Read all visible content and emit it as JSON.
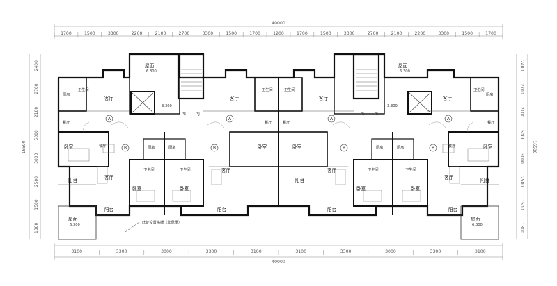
{
  "dims": {
    "top_total": "40000",
    "top": [
      "1700",
      "1500",
      "3300",
      "2200",
      "2100",
      "2700",
      "3300",
      "1500",
      "1700",
      "1200",
      "1700",
      "1500",
      "3300",
      "2700",
      "2100",
      "2200",
      "3300",
      "1500",
      "1700"
    ],
    "bottom_total": "40000",
    "bottom": [
      "3100",
      "3300",
      "3000",
      "3300",
      "3100",
      "3100",
      "3300",
      "3000",
      "3300",
      "3100"
    ],
    "left": [
      "2400",
      "2700",
      "2100",
      "5000",
      "3000",
      "2500",
      "1500",
      "1800"
    ],
    "left_total": "16500",
    "right": [
      "2400",
      "2700",
      "2100",
      "5000",
      "3000",
      "2500",
      "1500",
      "1800"
    ],
    "right_total": "16500"
  },
  "rooms": {
    "roof": "屋面",
    "roof_elev": "6.300",
    "bath": "卫生间",
    "living": "客厅",
    "dining": "餐厅",
    "bedroom": "卧室",
    "kitchen": "厨房",
    "balcony": "阳台",
    "shaft": "3J",
    "stair_elev": "3.300",
    "unit_a": "A",
    "unit_b": "B",
    "note": "此处设置格栅（非承重）"
  }
}
